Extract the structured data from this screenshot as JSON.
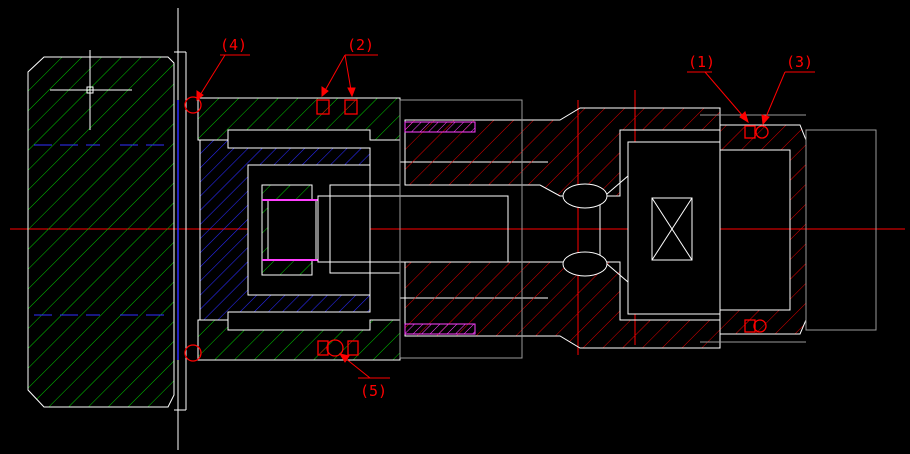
{
  "drawing": {
    "background": "#000000",
    "colors": {
      "outline": "#ffffff",
      "centerline": "#ff0000",
      "callout": "#ff0000",
      "green_hatch": "#00c800",
      "red_hatch": "#e00000",
      "blue_hatch": "#2a2aff",
      "blue_line": "#3030ff",
      "magenta": "#ff40ff",
      "gray_line": "#9a9a9a"
    },
    "callouts": [
      {
        "id": "1",
        "label": "(1)"
      },
      {
        "id": "2",
        "label": "(2)"
      },
      {
        "id": "3",
        "label": "(3)"
      },
      {
        "id": "4",
        "label": "(4)"
      },
      {
        "id": "5",
        "label": "(5)"
      }
    ]
  }
}
